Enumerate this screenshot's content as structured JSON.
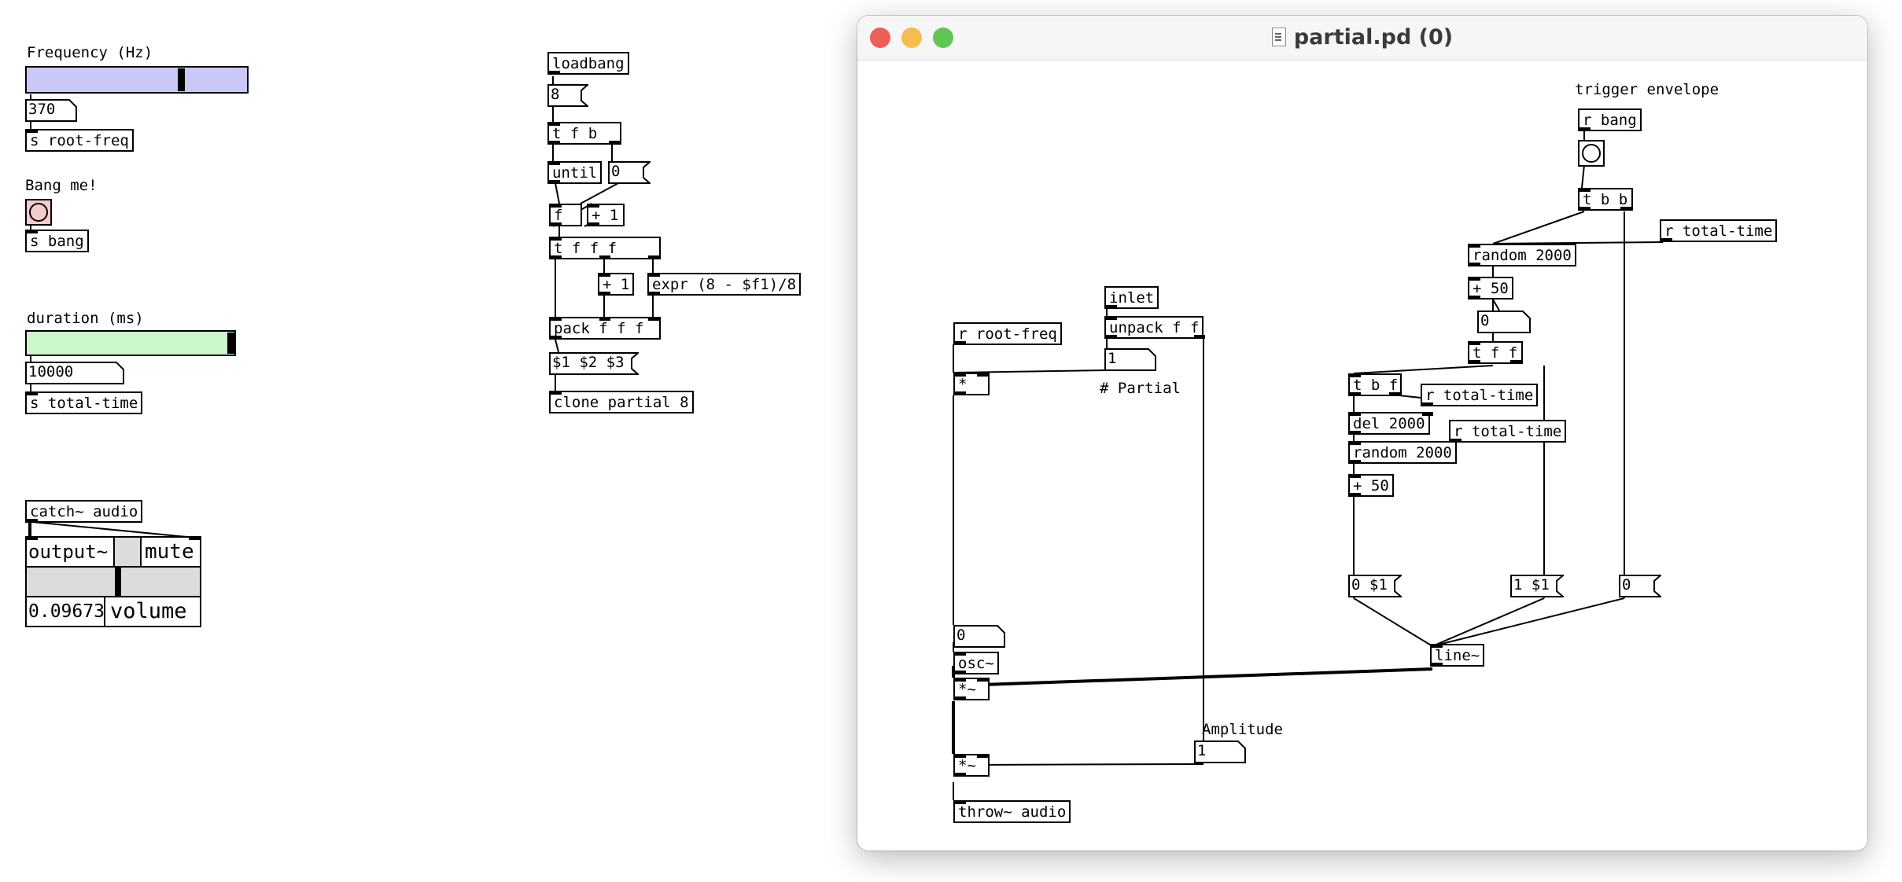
{
  "main_patch": {
    "frequency": {
      "label": "Frequency (Hz)",
      "value": "370",
      "send": "s root-freq",
      "fill": "#c9c9f7",
      "level": 0.71
    },
    "bang": {
      "label": "Bang me!",
      "send": "s bang",
      "fill": "#f5cccc"
    },
    "duration": {
      "label": "duration (ms)",
      "value": "10000",
      "send": "s total-time",
      "fill": "#ccf7cc",
      "level": 1.0
    },
    "catch": "catch~ audio",
    "output": {
      "name": "output~",
      "mute": "mute",
      "value": "0.09673",
      "volume": "volume",
      "level": 0.53
    },
    "chain": {
      "loadbang": "loadbang",
      "count": "8",
      "tfb": "t f b",
      "until": "until",
      "zero": "0",
      "f": "f",
      "plus1a": "+ 1",
      "tfff": "t f f f",
      "plus1b": "+ 1",
      "expr": "expr (8 - $f1)/8",
      "pack": "pack f f f",
      "msg": "$1 $2 $3",
      "clone": "clone partial 8"
    }
  },
  "partial_window": {
    "title": "partial.pd (0)",
    "traffic": {
      "close": "#ed5f57",
      "minimize": "#f5bd4f",
      "zoom": "#61c554"
    },
    "trigger_label": "trigger envelope",
    "r_bang": "r bang",
    "tbb": "t b b",
    "r_total_1": "r total-time",
    "random1": "random 2000",
    "plus50a": "+ 50",
    "num_zero": "0",
    "tff": "t f f",
    "tbf": "t b f",
    "r_total_2": "r total-time",
    "del": "del 2000",
    "r_total_3": "r total-time",
    "random2": "random 2000",
    "plus50b": "+ 50",
    "msg0": "0 $1",
    "msg1": "1 $1",
    "msgz": "0",
    "line": "line~",
    "inlet": "inlet",
    "unpack": "unpack f f",
    "num_one": "1",
    "partial_label": "# Partial",
    "r_root": "r root-freq",
    "mult": "*",
    "num_osc": "0",
    "osc": "osc~",
    "multsig1": "*~",
    "amp_label": "Amplitude",
    "num_amp": "1",
    "multsig2": "*~",
    "throw": "throw~ audio"
  }
}
